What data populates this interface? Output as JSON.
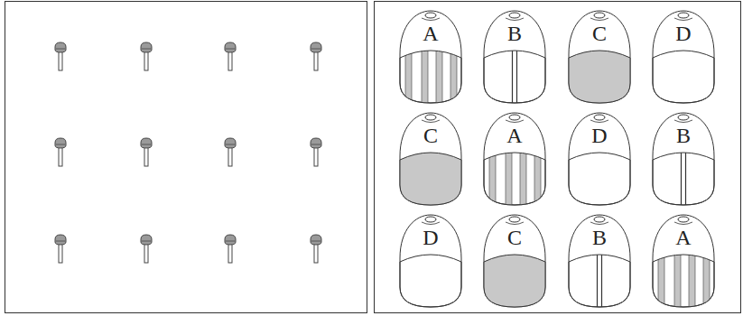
{
  "diagram": {
    "nodes": [
      {
        "text": [
          "A"
        ]
      },
      {
        "text": [
          "B"
        ]
      },
      {
        "text": [
          "C"
        ]
      },
      {
        "text": [
          "D"
        ]
      },
      {
        "text": [
          "C"
        ]
      },
      {
        "text": [
          "A"
        ]
      },
      {
        "text": [
          "D"
        ]
      },
      {
        "text": [
          "B"
        ]
      },
      {
        "text": [
          "D"
        ]
      },
      {
        "text": [
          "C"
        ]
      },
      {
        "text": [
          "B"
        ]
      },
      {
        "text": [
          "A"
        ]
      }
    ]
  }
}
